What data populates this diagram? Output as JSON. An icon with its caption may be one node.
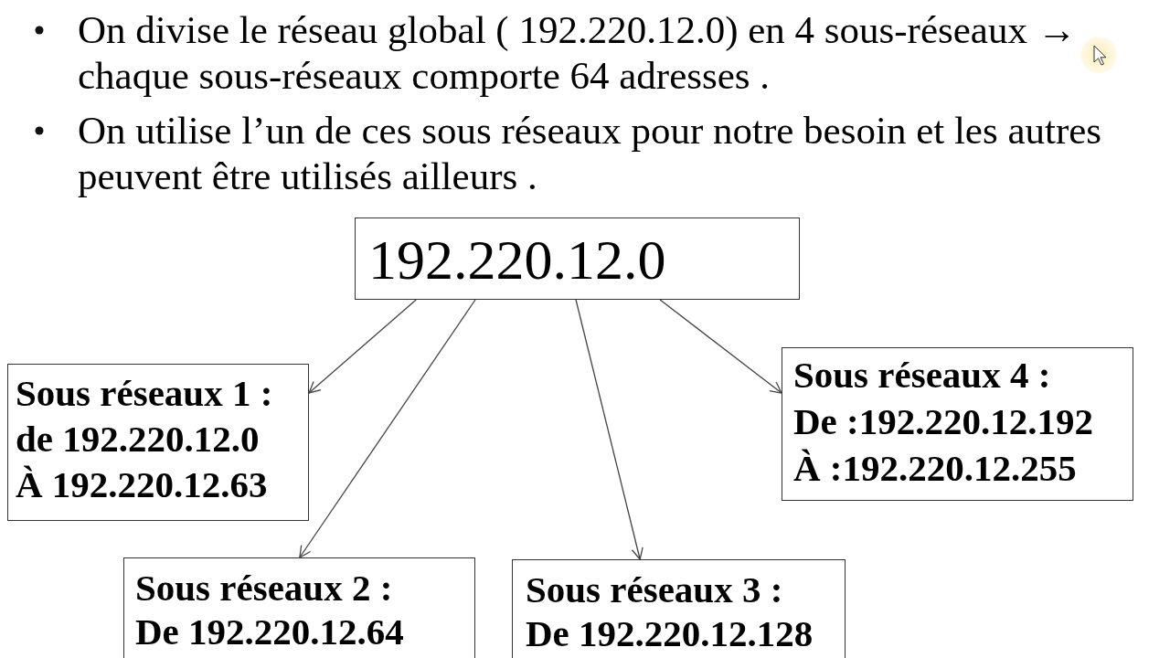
{
  "diagram": {
    "nodes": [
      {
        "text": [
          "192.220.12.0"
        ]
      },
      {
        "text": [
          "Sous réseaux 1 :",
          "de 192.220.12.0",
          "À 192.220.12.63"
        ]
      },
      {
        "text": [
          "Sous réseaux 4 :",
          "De :192.220.12.192",
          "À :192.220.12.255"
        ]
      },
      {
        "text": [
          "Sous réseaux 2 :",
          "De 192.220.12.64"
        ]
      },
      {
        "text": [
          "Sous réseaux 3 :",
          "De 192.220.12.128"
        ]
      }
    ],
    "edges": [
      {
        "from": 0,
        "to": 1,
        "arrow": "to"
      },
      {
        "from": 0,
        "to": 3,
        "arrow": "to"
      },
      {
        "from": 0,
        "to": 4,
        "arrow": "to"
      },
      {
        "from": 0,
        "to": 2,
        "arrow": "to"
      }
    ],
    "labels": [
      "On divise le réseau global ( 192.220.12.0) en 4 sous-réseaux → chaque sous-réseaux comporte 64 adresses .",
      "On utilise l’un de ces sous réseaux pour notre besoin et les autres peuvent être utilisés ailleurs ."
    ]
  }
}
